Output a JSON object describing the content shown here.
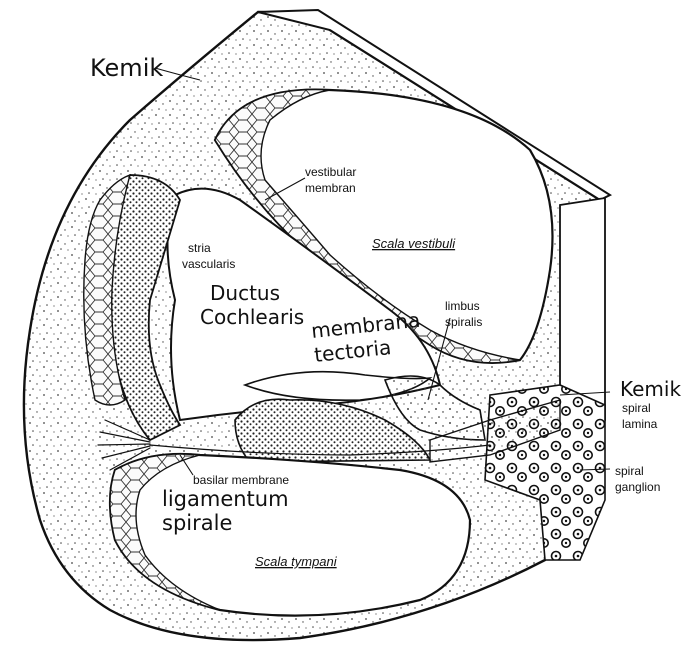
{
  "labels": {
    "kemik_top": "Kemik",
    "kemik_right": "Kemik",
    "vestibular_membrane": [
      "vestibular",
      "membran"
    ],
    "scala_vestibuli": "Scala vestibuli",
    "stria_vascularis": [
      "stria",
      "vascularis"
    ],
    "ductus_cochlearis": [
      "Ductus",
      "Cochlearis"
    ],
    "membrana_tectoria": [
      "membrana",
      "tectoria"
    ],
    "limbus_spiralis": [
      "limbus",
      "spiralis"
    ],
    "spiral_lamina": [
      "spiral",
      "lamina"
    ],
    "basilar_membrane": "basilar membrane",
    "spiral_ganglion": [
      "spiral",
      "ganglion"
    ],
    "ligamentum_spirale": [
      "ligamentum",
      "spirale"
    ],
    "scala_tympani": "Scala tympani"
  },
  "colors": {
    "ink": "#111111",
    "bone_stipple": "#444444",
    "paper": "#ffffff"
  }
}
